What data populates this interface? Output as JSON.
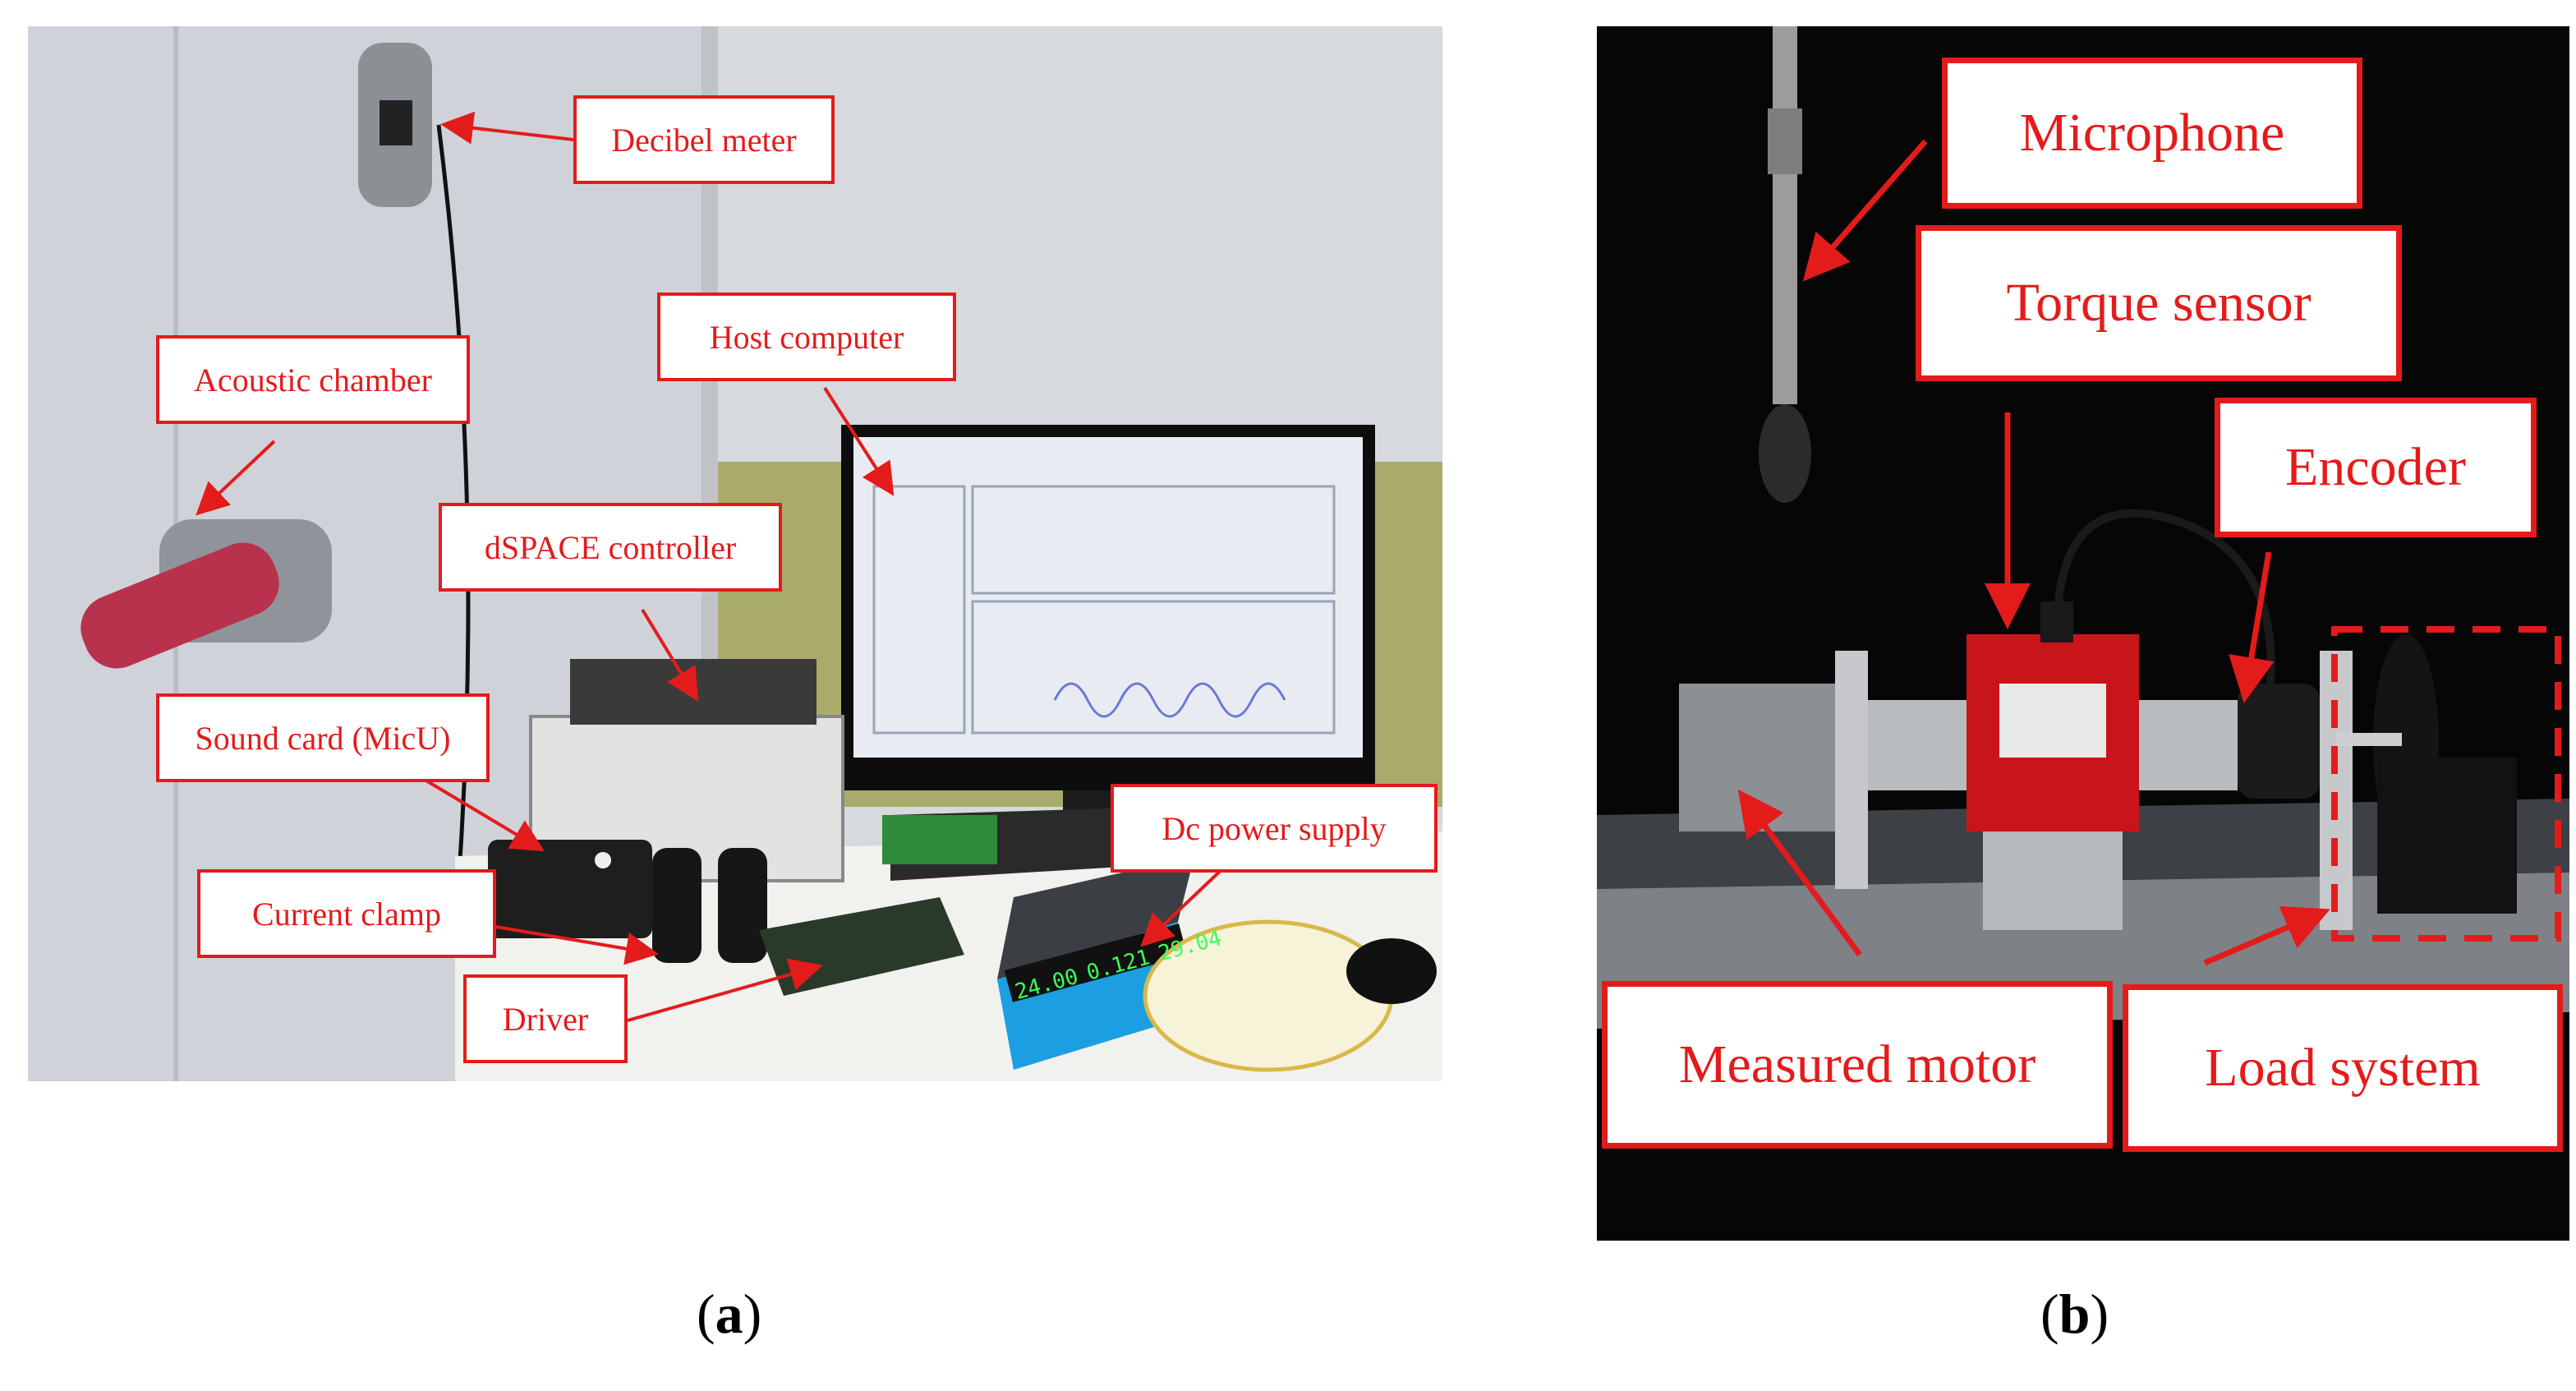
{
  "panel_a": {
    "labels": {
      "decibel_meter": "Decibel meter",
      "acoustic_chamber": "Acoustic chamber",
      "host_computer": "Host computer",
      "dspace_controller": "dSPACE controller",
      "sound_card": "Sound card (MicU)",
      "current_clamp": "Current clamp",
      "driver": "Driver",
      "dc_power_supply": "Dc power supply"
    },
    "psu_display": [
      "24.00",
      "0.121",
      "29.04"
    ],
    "caption": "a"
  },
  "panel_b": {
    "labels": {
      "microphone": "Microphone",
      "torque_sensor": "Torque sensor",
      "encoder": "Encoder",
      "measured_motor": "Measured motor",
      "load_system": "Load system"
    },
    "caption": "b"
  },
  "colors": {
    "callout_red": "#e41b1b",
    "psu_body": "#1b9fe0",
    "torque_sensor_red": "#c8151a",
    "display_green": "#3cff5a"
  }
}
